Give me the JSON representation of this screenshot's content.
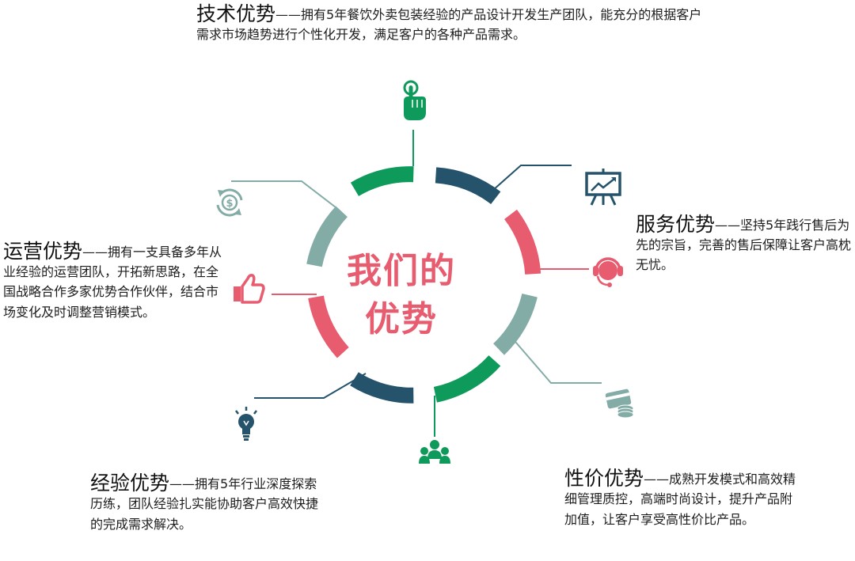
{
  "center_title": {
    "line1": "我们的",
    "line2": "优势"
  },
  "advantages": {
    "tech": {
      "title": "技术优势",
      "dash": "——",
      "text": "拥有5年餐饮外卖包装经验的产品设计开发生产团队，能充分的根据客户需求市场趋势进行个性化开发，满足客户的各种产品需求。",
      "icon": "pointing-hand-icon"
    },
    "service": {
      "title": "服务优势",
      "dash": "——",
      "text": "坚持5年践行售后为先的宗旨，完善的售后保障让客户高枕无忧。",
      "icon": "headset-icon"
    },
    "price": {
      "title": "性价优势",
      "dash": "——",
      "text": "成熟开发模式和高效精细管理质控，高端时尚设计，提升产品附加值，让客户享受高性价比产品。",
      "icon": "card-coins-icon"
    },
    "experience": {
      "title": "经验优势",
      "dash": "——",
      "text": "拥有5年行业深度探索历练，团队经验扎实能协助客户高效快捷的完成需求解决。",
      "icon": "team-people-icon"
    },
    "operation": {
      "title": "运营优势",
      "dash": "——",
      "text": "拥有一支具备多年从业经验的运营团队，开拓新思路，在全国战略合作多家优势合作伙伴，结合市场变化及时调整营销模式。",
      "icon": "thumbs-up-icon"
    }
  },
  "extra_icons": [
    "presentation-chart-icon",
    "dollar-cycle-icon",
    "lightbulb-icon"
  ],
  "colors": {
    "green": "#0e9a5a",
    "navy": "#24536b",
    "red": "#e85c70",
    "teal": "#84aca6",
    "title": "#e85c70"
  }
}
